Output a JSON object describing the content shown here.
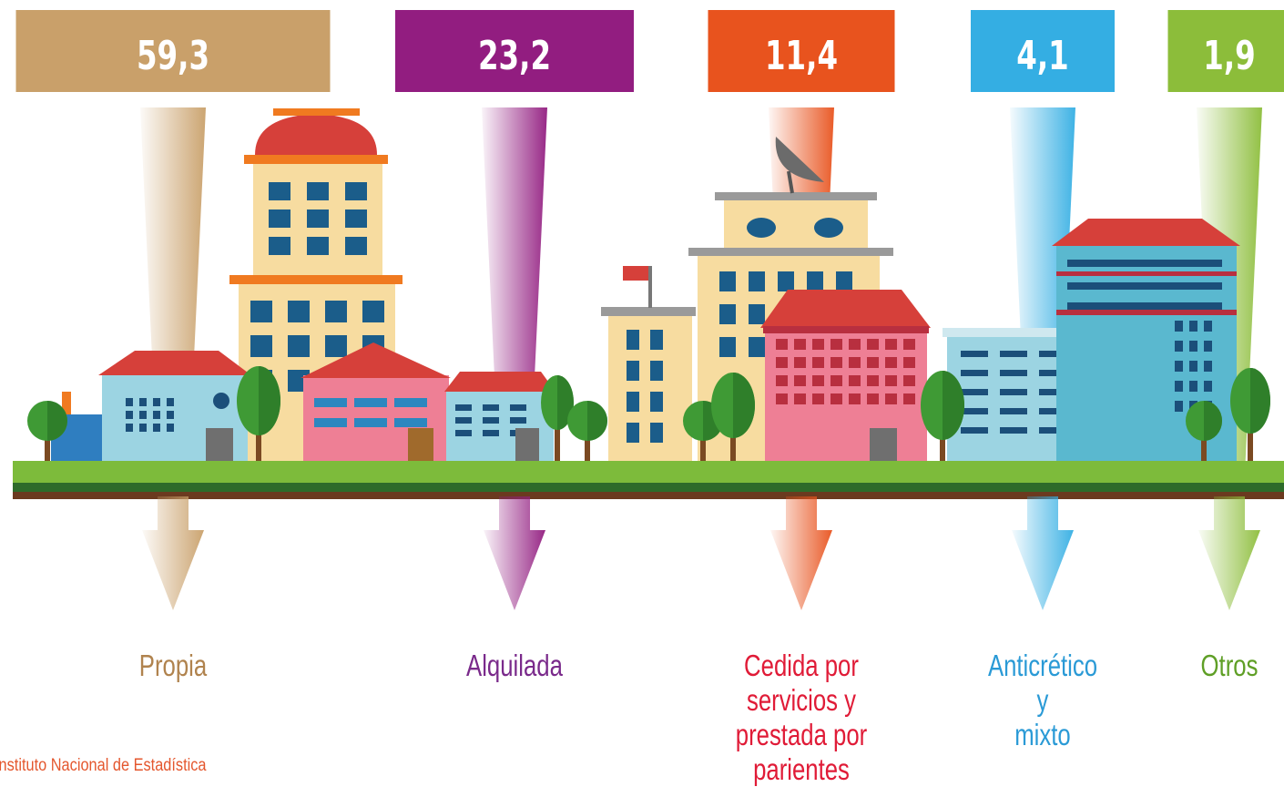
{
  "chart_data": {
    "type": "bar",
    "title": "",
    "xlabel": "",
    "ylabel": "",
    "categories": [
      {
        "label": "Propia",
        "lines": [
          "Propia"
        ]
      },
      {
        "label": "Alquilada",
        "lines": [
          "Alquilada"
        ]
      },
      {
        "label": "Cedida por servicios y prestada por parientes",
        "lines": [
          "Cedida por",
          "servicios y",
          "prestada por",
          "parientes"
        ]
      },
      {
        "label": "Anticrético y mixto",
        "lines": [
          "Anticrético",
          "y",
          "mixto"
        ]
      },
      {
        "label": "Otros",
        "lines": [
          "Otros"
        ]
      }
    ],
    "values": [
      59.3,
      23.2,
      11.4,
      4.1,
      1.9
    ],
    "value_labels": [
      "59,3",
      "23,2",
      "11,4",
      "4,1",
      "1,9"
    ],
    "colors": [
      "#c9a06a",
      "#921d80",
      "#e8531e",
      "#34aee3",
      "#8cbd3a"
    ],
    "label_colors": [
      "#b0834e",
      "#7a2a8b",
      "#e01b37",
      "#2a9ad6",
      "#5f9f26"
    ]
  },
  "source": "Instituto Nacional de Estadística",
  "palette": {
    "ground_green": "#7dbb3b",
    "ground_dark": "#2d6b2a",
    "ground_brown": "#6b3a1f",
    "roof_red": "#d6403a",
    "wall_cream": "#f7dca0",
    "wall_blue": "#9cd4e2",
    "wall_pink": "#ee7f95",
    "window_blue": "#1b5d8a",
    "tree_green": "#3f9a35"
  }
}
